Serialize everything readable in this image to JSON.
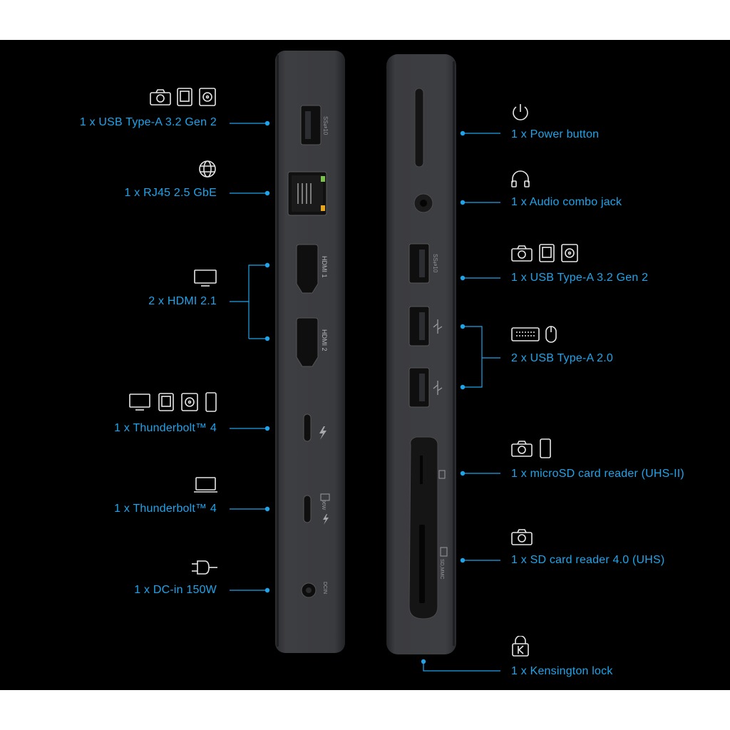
{
  "colors": {
    "accent": "#1fa4ea",
    "background": "#000000",
    "device": "#3a3b3e",
    "icon": "#e6e6e6"
  },
  "left_ports": [
    {
      "label": "1 x USB Type-A 3.2 Gen 2",
      "icons": [
        "camera-icon",
        "external-drive-icon",
        "hard-disk-icon"
      ]
    },
    {
      "label": "1 x RJ45 2.5 GbE",
      "icons": [
        "globe-icon"
      ]
    },
    {
      "label": "2 x HDMI 2.1",
      "icons": [
        "monitor-icon"
      ]
    },
    {
      "label": "1 x Thunderbolt™ 4",
      "icons": [
        "monitor-icon",
        "external-drive-icon",
        "hard-disk-icon",
        "phone-icon"
      ]
    },
    {
      "label": "1 x Thunderbolt™ 4",
      "icons": [
        "laptop-icon"
      ]
    },
    {
      "label": "1 x DC-in 150W",
      "icons": [
        "power-plug-icon"
      ]
    }
  ],
  "right_ports": [
    {
      "label": "1 x Power button",
      "icons": [
        "power-icon"
      ]
    },
    {
      "label": "1 x Audio combo jack",
      "icons": [
        "headphones-icon"
      ]
    },
    {
      "label": "1 x USB Type-A 3.2 Gen 2",
      "icons": [
        "camera-icon",
        "external-drive-icon",
        "hard-disk-icon"
      ]
    },
    {
      "label": "2 x USB Type-A 2.0",
      "icons": [
        "keyboard-icon",
        "mouse-icon"
      ]
    },
    {
      "label": "1 x microSD card reader (UHS-II)",
      "icons": [
        "camera-icon",
        "phone-icon"
      ]
    },
    {
      "label": "1 x SD card reader 4.0 (UHS)",
      "icons": [
        "camera-icon"
      ]
    },
    {
      "label": "1 x Kensington lock",
      "icons": [
        "kensington-lock-icon"
      ]
    }
  ],
  "device_markings": {
    "hdmi1": "HDMI 1",
    "hdmi2": "HDMI 2",
    "usb_ss10": "SS⇄10",
    "wattage": "96W",
    "dcin": "DCIN",
    "sdmmc": "SD,MMC"
  }
}
